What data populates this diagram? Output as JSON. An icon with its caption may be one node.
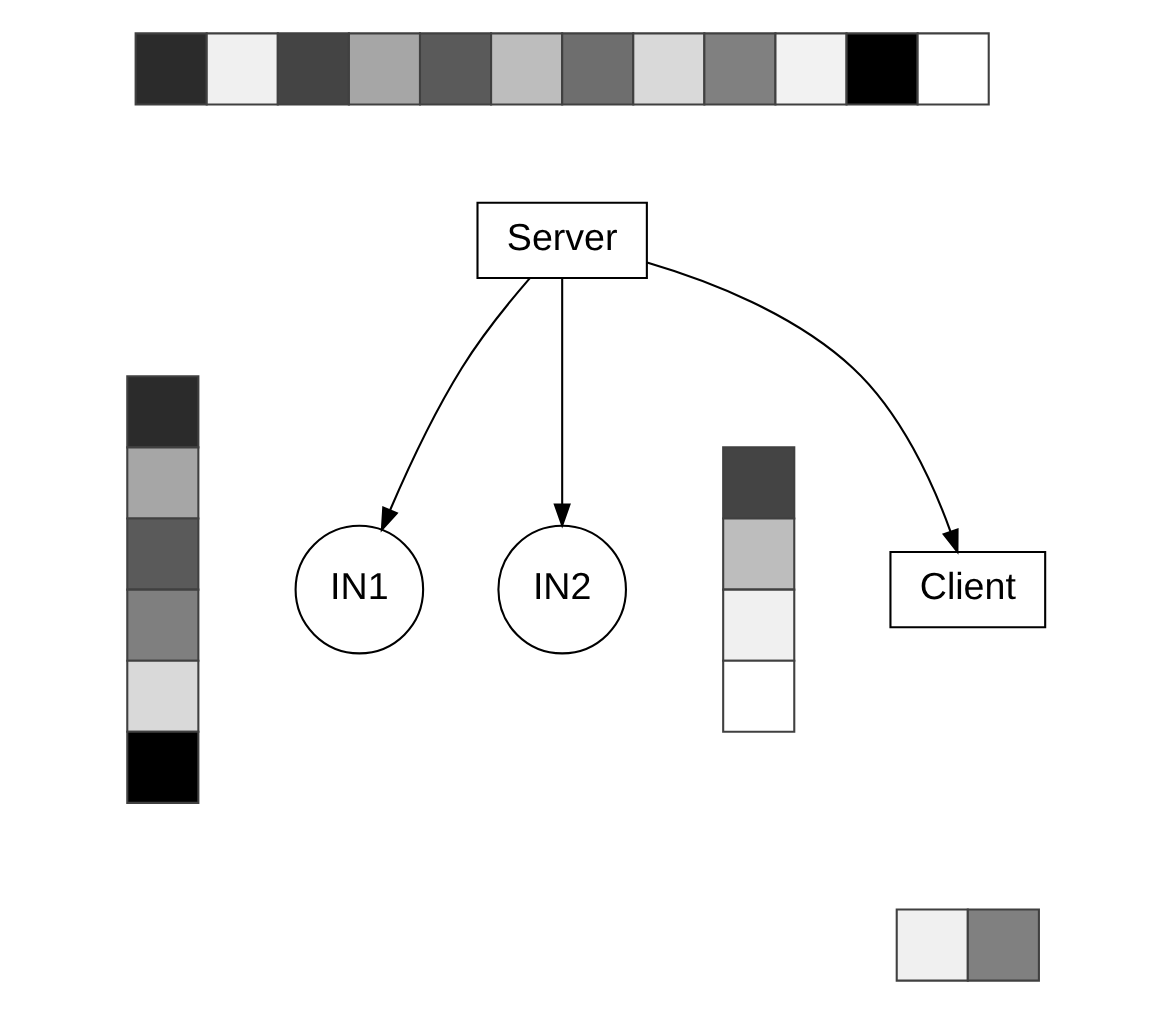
{
  "diagram": {
    "nodes": [
      {
        "text": [],
        "shape": "bar"
      },
      {
        "text": [
          "Server"
        ]
      },
      {
        "text": [],
        "shape": "bar"
      },
      {
        "text": [
          "IN1"
        ]
      },
      {
        "text": [
          "IN2"
        ]
      },
      {
        "text": [],
        "shape": "bar"
      },
      {
        "text": [
          "Client"
        ]
      },
      {
        "text": [],
        "shape": "bar"
      }
    ],
    "edges": [
      {
        "from": 1,
        "to": 3,
        "arrow": "to"
      },
      {
        "from": 1,
        "to": 6,
        "arrow": "to"
      },
      {
        "from": 1,
        "to": 4,
        "arrow": "to"
      }
    ]
  }
}
